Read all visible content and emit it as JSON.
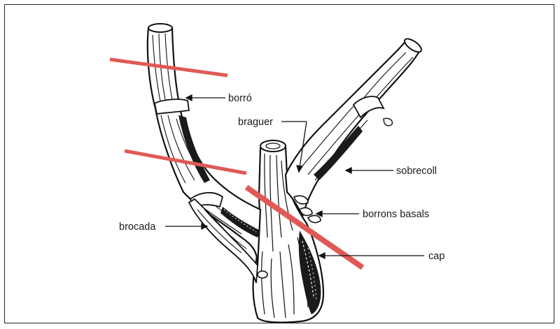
{
  "labels": {
    "borro": "borró",
    "braguer": "braguer",
    "sobrecoll": "sobrecoll",
    "borrons_basals": "borrons basals",
    "brocada": "brocada",
    "cap": "cap"
  },
  "colors": {
    "cut_line": "#e05a55",
    "wood_fill": "#ffffff",
    "ink": "#111111"
  }
}
